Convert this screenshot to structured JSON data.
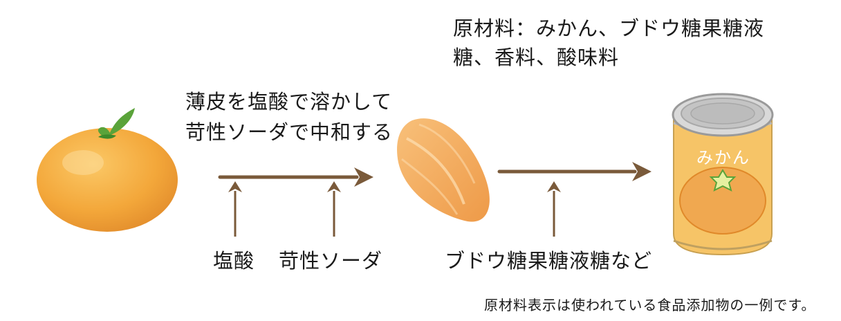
{
  "ingredients": {
    "line1": "原材料：みかん、ブドウ糖果糖液",
    "line2": "糖、香料、酸味料"
  },
  "step1": {
    "line1": "薄皮を塩酸で溶かして",
    "line2": "苛性ソーダで中和する"
  },
  "inputs": {
    "hcl": "塩酸",
    "naoh": "苛性ソーダ",
    "syrup": "ブドウ糖果糖液糖など"
  },
  "can_label": "みかん",
  "footnote": "原材料表示は使われている食品添加物の一例です。",
  "colors": {
    "arrow": "#7a5a3a",
    "orange": "#f3a73a",
    "orange_dark": "#e0892a",
    "segment": "#f1a85a",
    "leaf": "#5aa33a",
    "can_body": "#f6c467",
    "can_rim": "#b8b8b8"
  }
}
